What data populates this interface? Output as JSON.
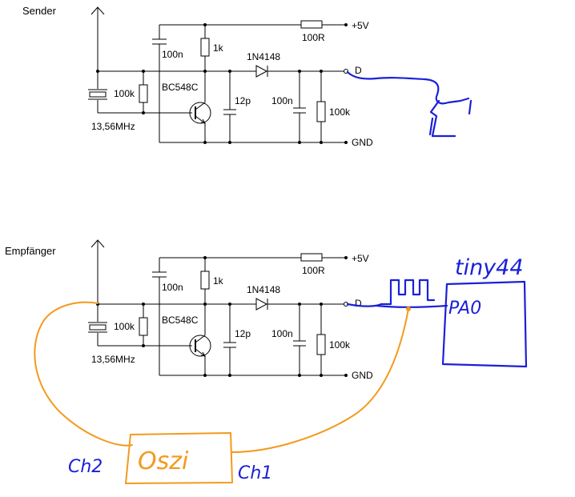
{
  "sections": {
    "sender": "Sender",
    "receiver": "Empfänger"
  },
  "components": {
    "c_top": "100n",
    "r_top": "1k",
    "r_supply": "100R",
    "supply": "+5V",
    "diode": "1N4148",
    "data_pin": "D",
    "r_left": "100k",
    "transistor": "BC548C",
    "crystal": "13,56MHz",
    "c_12p": "12p",
    "c_out": "100n",
    "r_out": "100k",
    "gnd": "GND"
  },
  "annotations": {
    "mcu": "tiny44",
    "pin": "PA0",
    "scope": "Oszi",
    "ch_left": "Ch2",
    "ch_right": "Ch1"
  },
  "colors": {
    "circuit": "#000000",
    "blue_ink": "#1a20d8",
    "orange_ink": "#f39a1c"
  }
}
